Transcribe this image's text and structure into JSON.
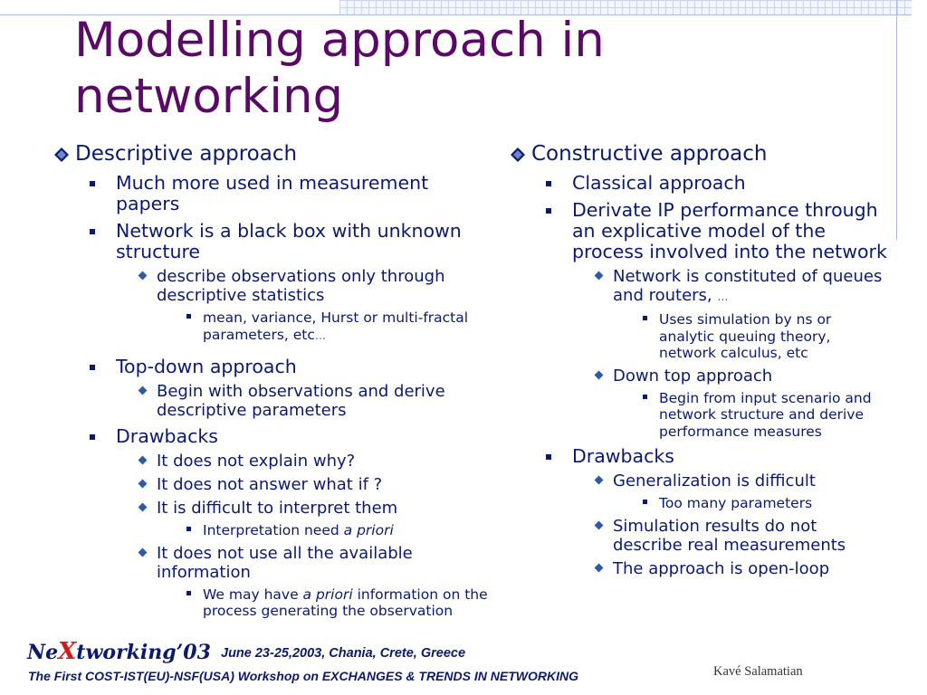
{
  "slide": {
    "title": "Modelling approach in networking"
  },
  "left_column": {
    "heading": "Descriptive approach",
    "items": [
      "Much more used in measurement papers",
      "Network is a black box with unknown structure",
      "describe observations only through descriptive statistics",
      "mean, variance, Hurst or multi-fractal parameters, etc",
      "Top-down approach",
      "Begin with observations and derive descriptive parameters",
      "Drawbacks",
      "It does not explain why?",
      "It does not answer what if ?",
      "It is difficult to interpret them",
      "Interpretation need ",
      "a priori",
      "It does not use all the available information",
      "We may have ",
      "a priori",
      " information on the process generating the observation"
    ]
  },
  "right_column": {
    "heading": "Constructive approach",
    "items": [
      "Classical approach",
      "Derivate IP performance through an explicative model of the process involved into the network",
      "Network is constituted of queues and routers, ",
      "Uses simulation by ns or analytic queuing theory, network calculus, etc",
      "Down top approach",
      "Begin from input scenario and network structure and derive performance measures",
      "Drawbacks",
      "Generalization is difficult",
      "Too many parameters",
      "Simulation results do not describe real measurements",
      "The approach is open-loop"
    ]
  },
  "ellipsis": "…",
  "footer": {
    "logo_pre": "Ne",
    "logo_x": "X",
    "logo_post": "tworking’03",
    "date": "June 23-25,2003, Chania, Crete, Greece",
    "workshop": "The First COST-IST(EU)-NSF(USA) Workshop on EXCHANGES & TRENDS IN NETWORKING",
    "author": "Kavé Salamatian"
  },
  "colors": {
    "title": "#5a0a66",
    "text": "#0b1a6e",
    "accent": "#2c5aa8",
    "logo_x": "#d11a1a"
  },
  "icons": {
    "heading_bullet": "diamond-bullet-icon",
    "level2_bullet": "square-bullet-icon",
    "level3_bullet": "small-diamond-bullet-icon",
    "level4_bullet": "small-square-bullet-icon"
  }
}
